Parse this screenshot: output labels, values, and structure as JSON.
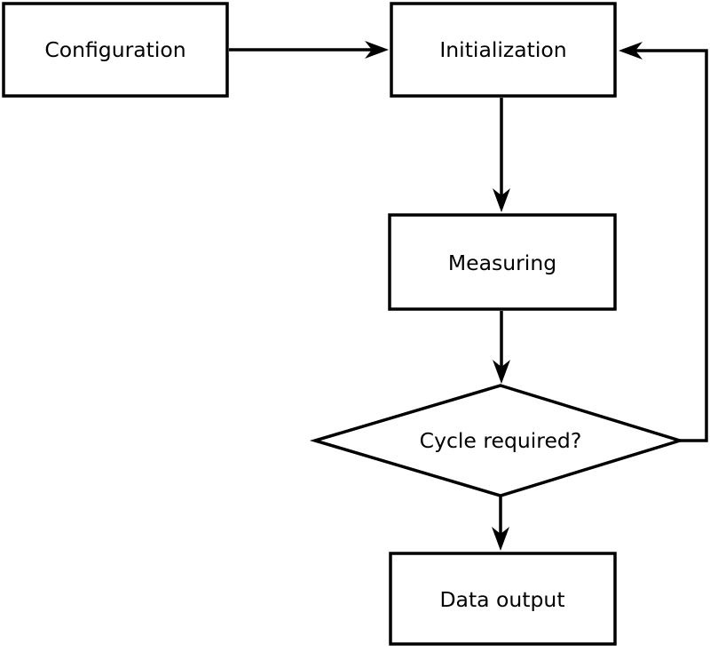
{
  "diagram": {
    "type": "flowchart",
    "background_color": "#ffffff",
    "node_fill_color": "#ffffff",
    "line_color": "#000000",
    "text_color": "#000000",
    "nodes": [
      {
        "id": "configuration",
        "label": "Configuration",
        "shape": "rectangle"
      },
      {
        "id": "initialization",
        "label": "Initialization",
        "shape": "rectangle"
      },
      {
        "id": "measuring",
        "label": "Measuring",
        "shape": "rectangle"
      },
      {
        "id": "cycle-required",
        "label": "Cycle required?",
        "shape": "diamond"
      },
      {
        "id": "data-output",
        "label": "Data output",
        "shape": "rectangle"
      }
    ],
    "edges": [
      {
        "from": "configuration",
        "to": "initialization",
        "style": "arrow"
      },
      {
        "from": "initialization",
        "to": "measuring",
        "style": "arrow"
      },
      {
        "from": "measuring",
        "to": "cycle-required",
        "style": "arrow"
      },
      {
        "from": "cycle-required",
        "to": "data-output",
        "style": "arrow"
      },
      {
        "from": "cycle-required",
        "to": "initialization",
        "style": "arrow",
        "type": "feedback-loop"
      }
    ]
  }
}
